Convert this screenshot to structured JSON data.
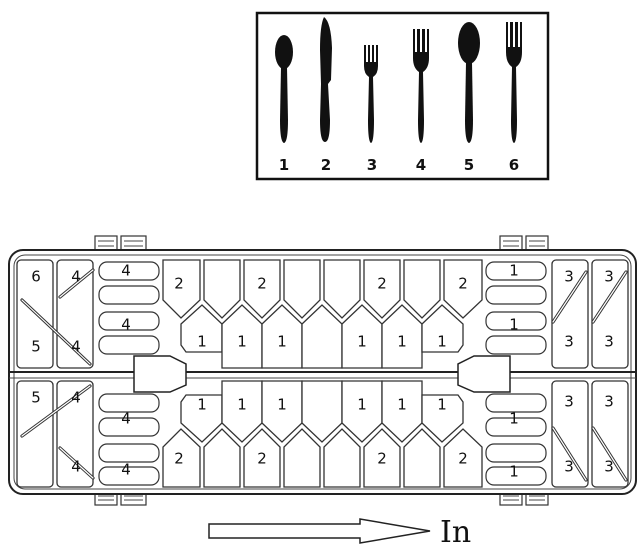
{
  "legend": {
    "items": [
      {
        "number": "1",
        "icon": "teaspoon-icon"
      },
      {
        "number": "2",
        "icon": "knife-icon"
      },
      {
        "number": "3",
        "icon": "small-fork-icon"
      },
      {
        "number": "4",
        "icon": "fork-icon"
      },
      {
        "number": "5",
        "icon": "tablespoon-icon"
      },
      {
        "number": "6",
        "icon": "serving-fork-icon"
      }
    ]
  },
  "tray": {
    "labels": {
      "six": "6",
      "five": "5",
      "four": "4",
      "three": "3",
      "two": "2",
      "one": "1"
    }
  },
  "direction": {
    "label": "In",
    "arrow_icon": "right-arrow-icon"
  }
}
